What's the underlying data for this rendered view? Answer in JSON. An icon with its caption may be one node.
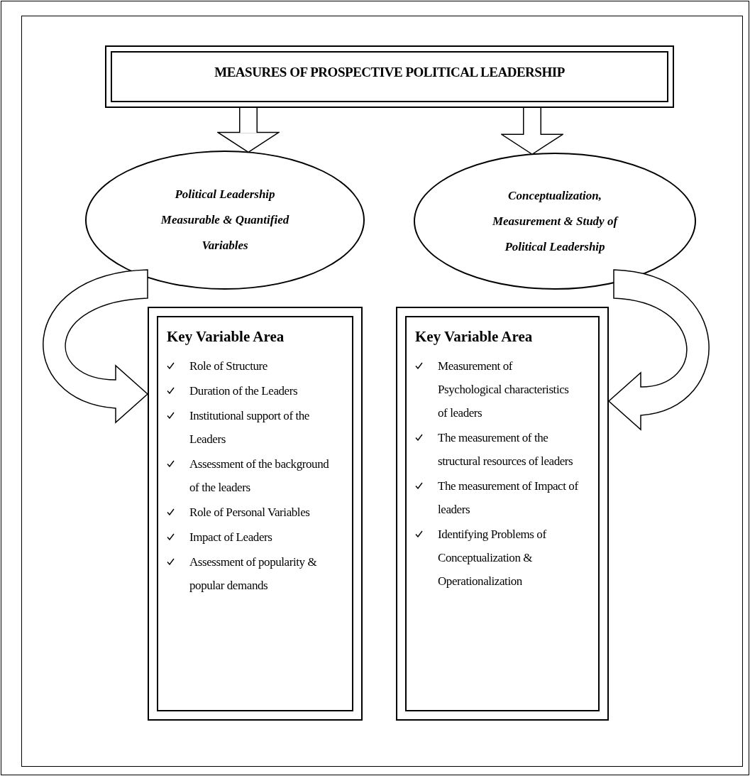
{
  "diagram": {
    "nodes": [
      {
        "text": [
          "MEASURES OF PROSPECTIVE POLITICAL LEADERSHIP"
        ]
      },
      {
        "text": [
          "Political Leadership Measurable & Quantified Variables"
        ]
      },
      {
        "text": [
          "Conceptualization, Measurement & Study of Political Leadership"
        ]
      },
      {
        "text": [
          "Key Variable Area",
          "Role of Structure",
          "Duration of the Leaders",
          "Institutional support of the Leaders",
          "Assessment of the background of the leaders",
          "Role of Personal Variables",
          "Impact of Leaders",
          "Assessment of popularity & popular demands"
        ]
      },
      {
        "text": [
          "Key Variable Area",
          "Measurement of Psychological characteristics of leaders",
          "The measurement of the structural resources of leaders",
          "The measurement of Impact of leaders",
          "Identifying Problems of Conceptualization & Operationalization"
        ]
      }
    ],
    "edges": [
      {
        "from": 0,
        "to": 1,
        "arrow": "to"
      },
      {
        "from": 0,
        "to": 2,
        "arrow": "to"
      },
      {
        "from": 1,
        "to": 3,
        "arrow": "to"
      },
      {
        "from": 2,
        "to": 4,
        "arrow": "to"
      }
    ]
  }
}
